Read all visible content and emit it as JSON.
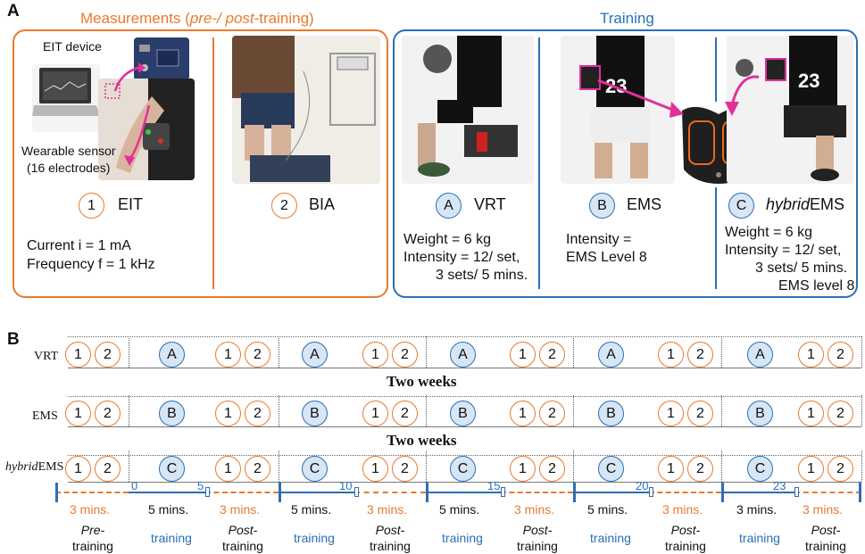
{
  "panel_a": {
    "label": "A",
    "measurements_title_pre": "Measurements (",
    "measurements_title_italic": "pre-/ post",
    "measurements_title_post": "-training)",
    "training_title": "Training",
    "eit_device_label": "EIT device",
    "wearable_label_1": "Wearable sensor",
    "wearable_label_2": "(16 electrodes)",
    "items": [
      {
        "marker": "1",
        "name": "EIT"
      },
      {
        "marker": "2",
        "name": "BIA"
      },
      {
        "marker": "A",
        "name": "VRT"
      },
      {
        "marker": "B",
        "name": "EMS"
      },
      {
        "marker": "C",
        "name_italic": "hybrid",
        "name": "EMS"
      }
    ],
    "eit_params": [
      "Current i = 1 mA",
      "Frequency f = 1 kHz"
    ],
    "vrt_params": [
      "Weight = 6 kg",
      "Intensity = 12/ set,",
      "3 sets/ 5 mins."
    ],
    "ems_params": [
      "Intensity =",
      "EMS Level 8"
    ],
    "hybrid_params": [
      "Weight = 6 kg",
      "Intensity = 12/ set,",
      "3 sets/ 5 mins.",
      "EMS level 8"
    ],
    "vest_number": "23"
  },
  "panel_b": {
    "label": "B",
    "rows": [
      {
        "label": "VRT",
        "marker": "A"
      },
      {
        "label": "EMS",
        "marker": "B"
      },
      {
        "label_italic": "hybrid",
        "label": "EMS",
        "marker": "C"
      }
    ],
    "meas_markers": [
      "1",
      "2"
    ],
    "separator": "Two weeks",
    "timeline_numbers": [
      "0",
      "5",
      "10",
      "15",
      "20",
      "23"
    ],
    "durations": [
      "3 mins.",
      "5 mins.",
      "3 mins.",
      "5 mins.",
      "3 mins.",
      "5 mins.",
      "3 mins.",
      "5 mins.",
      "3 mins.",
      "3 mins.",
      "3 mins."
    ],
    "phases": [
      {
        "l1": "Pre-",
        "l2": "training"
      },
      {
        "l1": "training",
        "l2": ""
      },
      {
        "l1": "Post-",
        "l2": "training"
      },
      {
        "l1": "training",
        "l2": ""
      },
      {
        "l1": "Post-",
        "l2": "training"
      },
      {
        "l1": "training",
        "l2": ""
      },
      {
        "l1": "Post-",
        "l2": "training"
      },
      {
        "l1": "training",
        "l2": ""
      },
      {
        "l1": "Post-",
        "l2": "training"
      },
      {
        "l1": "training",
        "l2": ""
      },
      {
        "l1": "Post-",
        "l2": "training"
      }
    ]
  },
  "colors": {
    "orange": "#e97a2e",
    "blue": "#2a6fb5",
    "magenta": "#e0309a"
  }
}
